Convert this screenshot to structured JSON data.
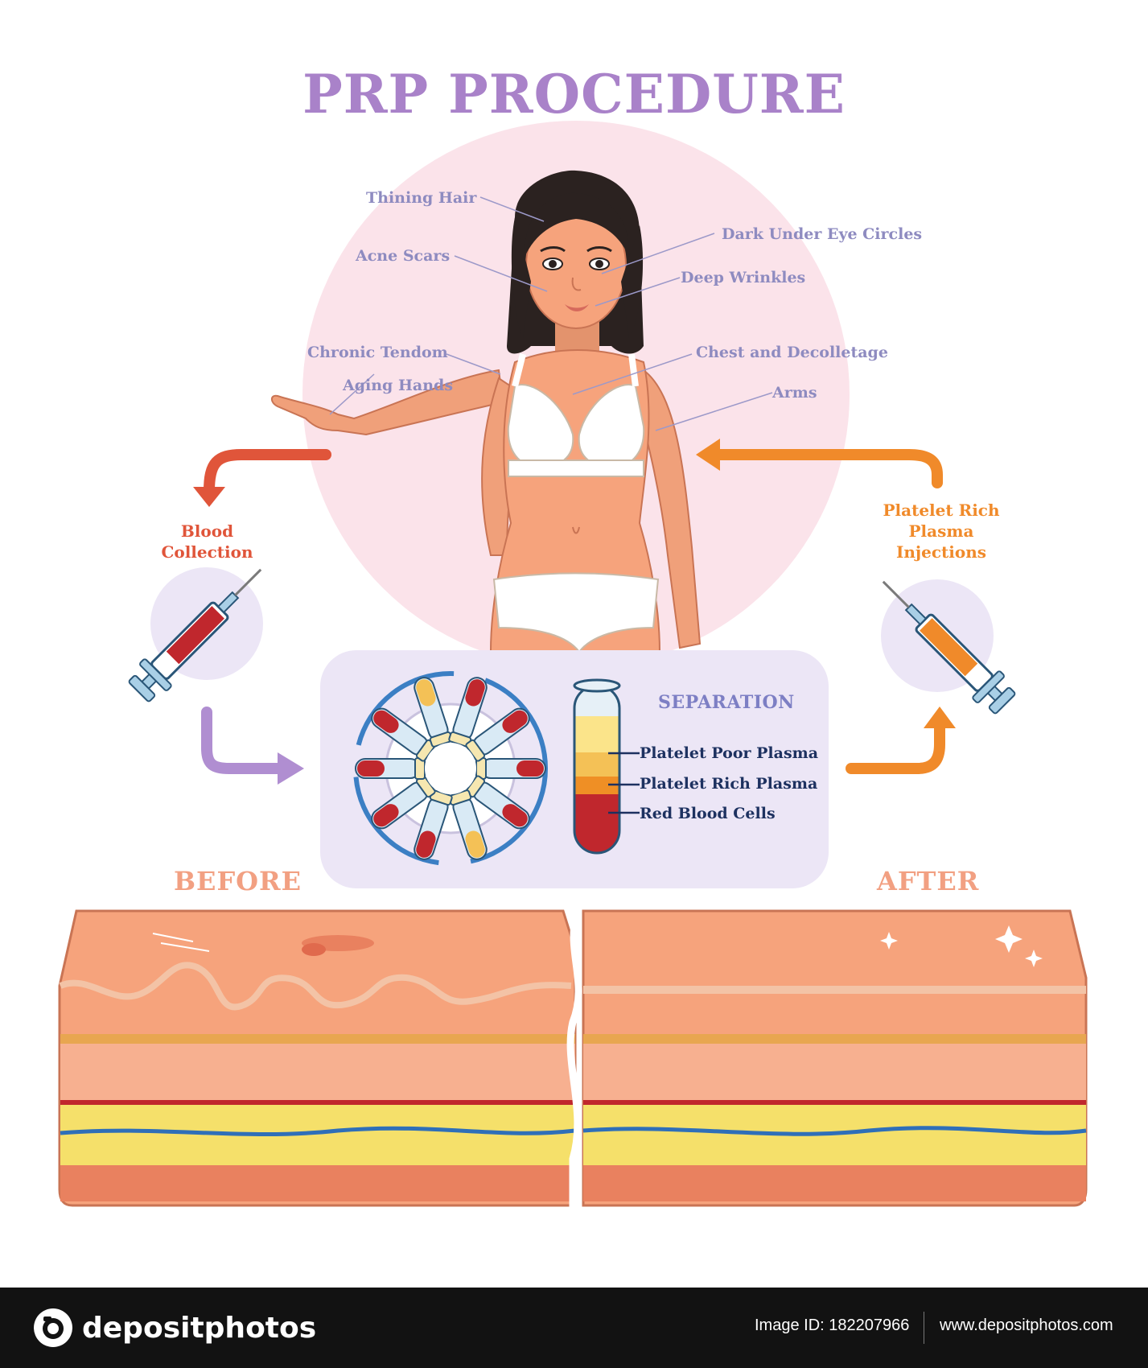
{
  "title": "PRP PROCEDURE",
  "body_labels": {
    "thining_hair": "Thining Hair",
    "acne_scars": "Acne Scars",
    "chronic_tendom": "Chronic Tendom",
    "aging_hands": "Aging Hands",
    "dark_under_eye": "Dark Under Eye Circles",
    "deep_wrinkles": "Deep Wrinkles",
    "chest": "Chest and Decolletage",
    "arms": "Arms"
  },
  "steps": {
    "blood_collection": [
      "Blood",
      "Collection"
    ],
    "injections": [
      "Platelet Rich",
      "Plasma",
      "Injections"
    ]
  },
  "separation": {
    "title": "SEPARATION",
    "layers": [
      "Platelet Poor Plasma",
      "Platelet Rich Plasma",
      "Red Blood Cells"
    ]
  },
  "comparison": {
    "before": "BEFORE",
    "after": "AFTER"
  },
  "footer": {
    "brand": "depositphotos",
    "image_id": "Image ID: 182207966",
    "website": "www.depositphotos.com"
  },
  "colors": {
    "title": "#a982c9",
    "label": "#8e8bc0",
    "blood_collection": "#e0553a",
    "injections": "#f08a2a",
    "arrow_purple": "#b08ed1",
    "separation_panel": "#ece6f6",
    "skin": "#f6a37c"
  }
}
